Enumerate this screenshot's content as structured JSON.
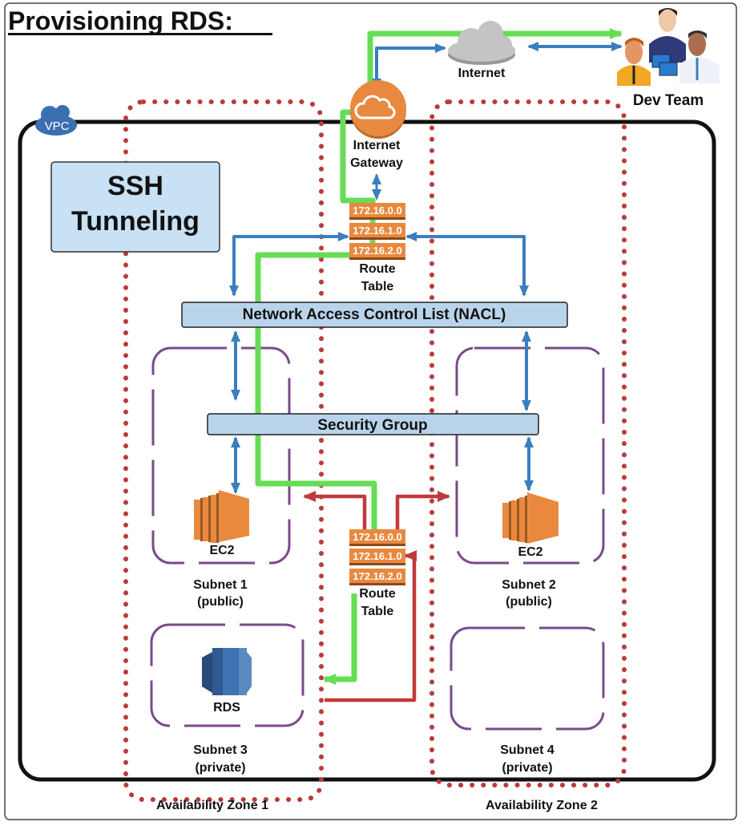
{
  "title": "Provisioning RDS:",
  "badge": "SSH Tunneling",
  "badge_lines": [
    "SSH",
    "Tunneling"
  ],
  "vpc_label": "VPC",
  "internet": {
    "label": "Internet"
  },
  "dev_team": {
    "label": "Dev Team"
  },
  "internet_gateway": {
    "label_lines": [
      "Internet",
      "Gateway"
    ]
  },
  "route_table_top": {
    "rows": [
      "172.16.0.0",
      "172.16.1.0",
      "172.16.2.0"
    ],
    "label_lines": [
      "Route",
      "Table"
    ]
  },
  "route_table_bottom": {
    "rows": [
      "172.16.0.0",
      "172.16.1.0",
      "172.16.2.0"
    ],
    "label_lines": [
      "Route",
      "Table"
    ]
  },
  "nacl": {
    "label": "Network Access Control List (NACL)"
  },
  "security_group": {
    "label": "Security Group"
  },
  "subnets": [
    {
      "name_lines": [
        "Subnet 1",
        "(public)"
      ],
      "resource": "EC2"
    },
    {
      "name_lines": [
        "Subnet 2",
        "(public)"
      ],
      "resource": "EC2"
    },
    {
      "name_lines": [
        "Subnet 3",
        "(private)"
      ],
      "resource": "RDS"
    },
    {
      "name_lines": [
        "Subnet 4",
        "(private)"
      ],
      "resource": ""
    }
  ],
  "availability_zones": [
    "Availability Zone 1",
    "Availability Zone 2"
  ],
  "colors": {
    "green_path": "#66dd55",
    "blue_path": "#3a7ebf",
    "red_path": "#c03a3a",
    "az_dots": "#bb3a3a",
    "subnet_border": "#7a4a8a",
    "panel_fill": "#b9d4ea",
    "orange": "#e8893f",
    "rds_blue": "#3f72b0"
  }
}
